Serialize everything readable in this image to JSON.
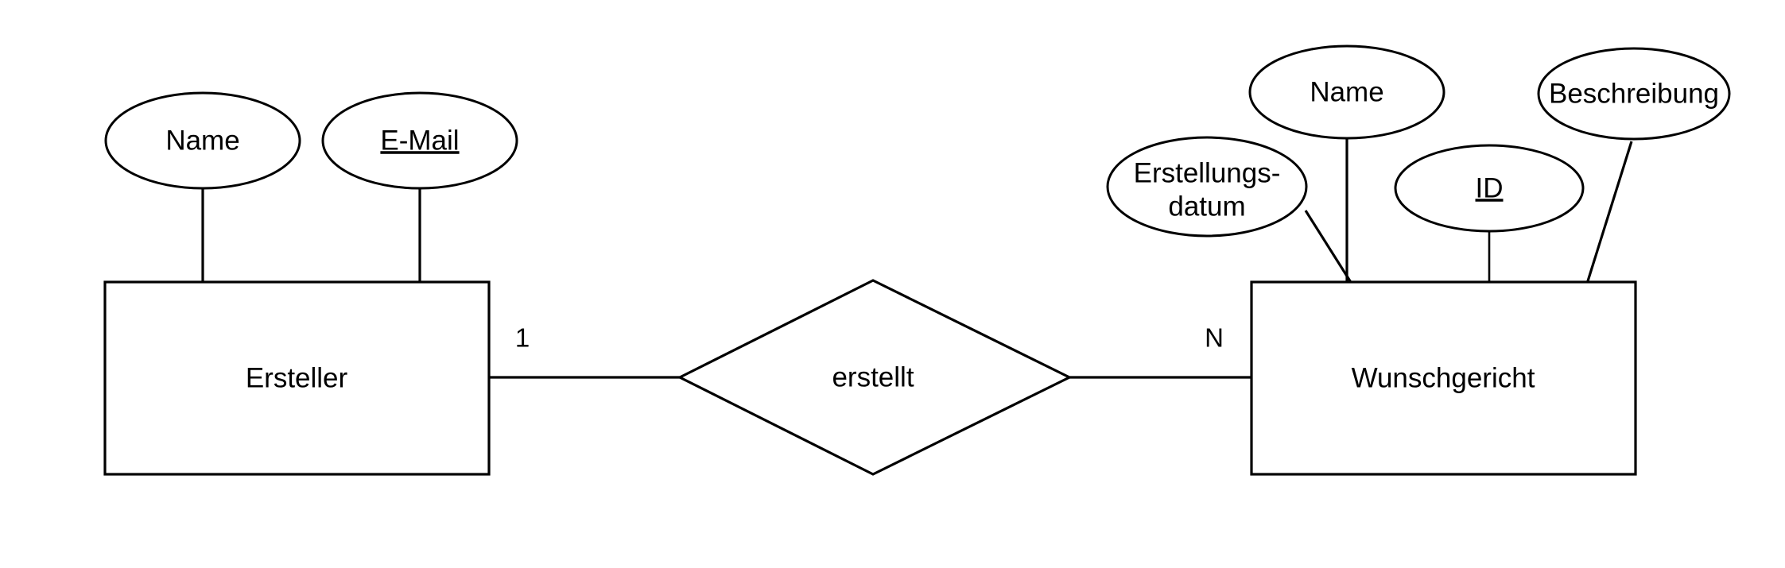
{
  "diagram": {
    "type": "er-diagram",
    "notation": "chen",
    "background_color": "#ffffff",
    "line_color": "#000000",
    "text_color": "#000000",
    "entities": [
      {
        "id": "ersteller",
        "label": "Ersteller",
        "shape": "rectangle",
        "attributes": [
          {
            "id": "ersteller-name",
            "label": "Name",
            "key": false
          },
          {
            "id": "ersteller-email",
            "label": "E-Mail",
            "key": true
          }
        ]
      },
      {
        "id": "wunschgericht",
        "label": "Wunschgericht",
        "shape": "rectangle",
        "attributes": [
          {
            "id": "wg-erstellungsdatum",
            "label_line1": "Erstellungs-",
            "label_line2": "datum",
            "label": "Erstellungs-datum",
            "key": false
          },
          {
            "id": "wg-name",
            "label": "Name",
            "key": false
          },
          {
            "id": "wg-id",
            "label": "ID",
            "key": true
          },
          {
            "id": "wg-beschreibung",
            "label": "Beschreibung",
            "key": false
          }
        ]
      }
    ],
    "relationships": [
      {
        "id": "erstellt",
        "label": "erstellt",
        "shape": "diamond",
        "left_entity": "ersteller",
        "right_entity": "wunschgericht",
        "left_cardinality": "1",
        "right_cardinality": "N"
      }
    ]
  }
}
